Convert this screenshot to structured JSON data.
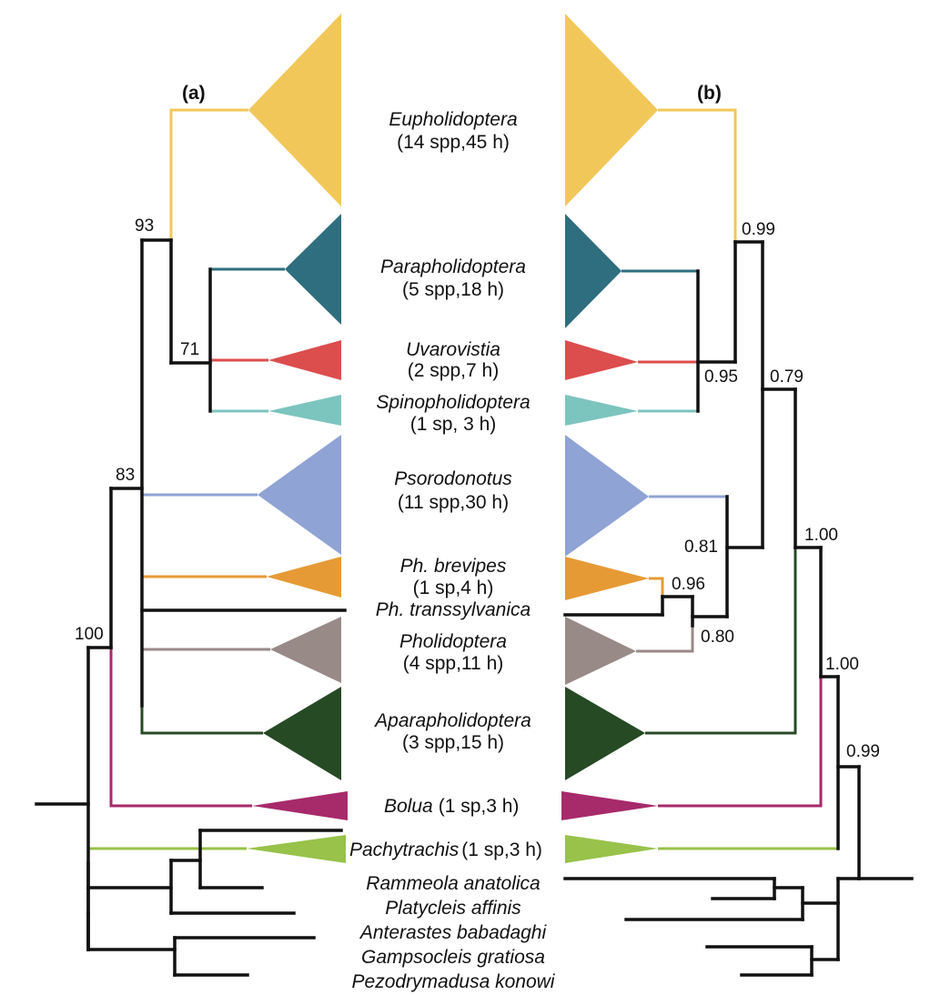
{
  "panels": {
    "left": "(a)",
    "right": "(b)"
  },
  "colors": {
    "eupholidoptera": "#f2c75a",
    "parapholidoptera": "#2e6e7e",
    "uvarovistia": "#dc4d4d",
    "spinopholidoptera": "#7cc4be",
    "psorodonotus": "#8fa3d4",
    "ph_brevipes": "#e69a35",
    "pholidoptera": "#988a87",
    "aparapholidoptera": "#264a24",
    "bolua": "#a72a6a",
    "pachytrachis": "#98c24a",
    "backbone": "#111111"
  },
  "taxa": {
    "eupholidoptera": {
      "name": "Eupholidoptera",
      "count": "(14 spp,45 h)"
    },
    "parapholidoptera": {
      "name": "Parapholidoptera",
      "count": "(5 spp,18 h)"
    },
    "uvarovistia": {
      "name": "Uvarovistia",
      "count": "(2 spp,7 h)"
    },
    "spinopholidoptera": {
      "name": "Spinopholidoptera",
      "count": "(1 sp, 3 h)"
    },
    "psorodonotus": {
      "name": "Psorodonotus",
      "count": "(11 spp,30 h)"
    },
    "ph_brevipes": {
      "name": "Ph. brevipes",
      "count": "(1 sp,4 h)"
    },
    "ph_transsylvanica": {
      "name": "Ph. transsylvanica"
    },
    "pholidoptera": {
      "name": "Pholidoptera",
      "count": "(4 spp,11 h)"
    },
    "aparapholidoptera": {
      "name": "Aparapholidoptera",
      "count": "(3 spp,15 h)"
    },
    "bolua": {
      "name": "Bolua",
      "count": "(1 sp,3 h)"
    },
    "pachytrachis": {
      "name": "Pachytrachis",
      "count": "(1 sp,3 h)"
    },
    "outgroups": [
      "Rammeola anatolica",
      "Platycleis affinis",
      "Anterastes babadaghi",
      "Gampsocleis gratiosa",
      "Pezodrymadusa konowi"
    ]
  },
  "support_a": {
    "root": "100",
    "n83": "83",
    "n93": "93",
    "n71": "71"
  },
  "support_b": {
    "n099_top": "0.99",
    "n095": "0.95",
    "n079": "0.79",
    "n081": "0.81",
    "n096": "0.96",
    "n080": "0.80",
    "n100_a": "1.00",
    "n100_b": "1.00",
    "n099_bot": "0.99"
  }
}
